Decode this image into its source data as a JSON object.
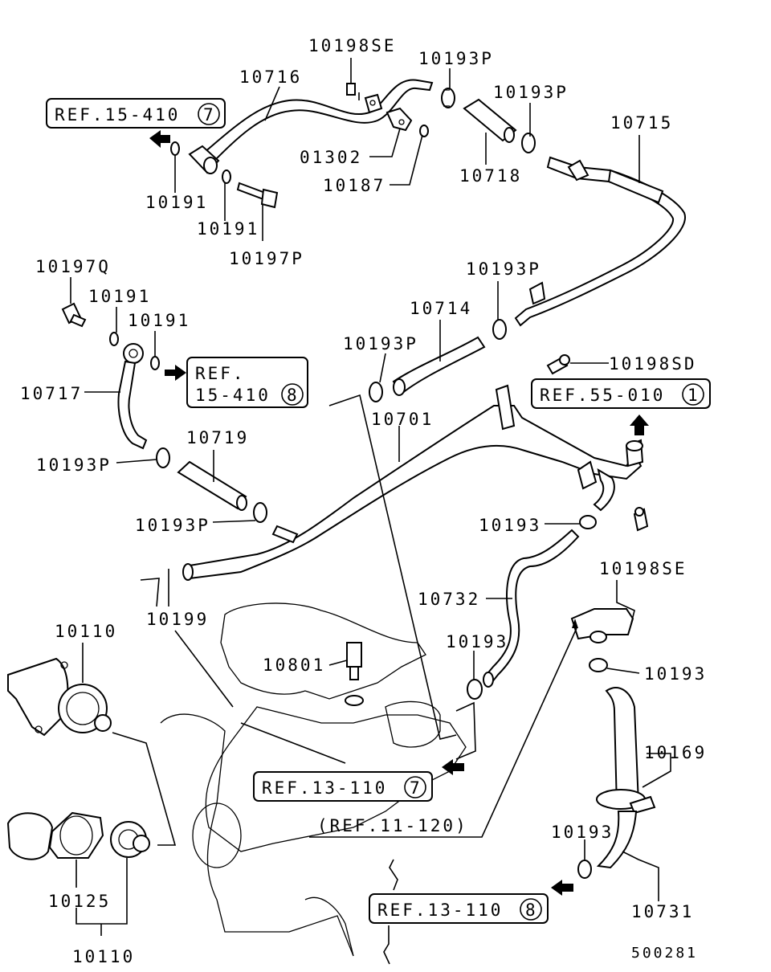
{
  "parts": {
    "p10198SE_top": "10198SE",
    "p10193P_a": "10193P",
    "p10716": "10716",
    "p10193P_b": "10193P",
    "p10715": "10715",
    "p01302": "01302",
    "p10187": "10187",
    "p10718": "10718",
    "p10191_a": "10191",
    "p10191_b": "10191",
    "p10197P": "10197P",
    "p10197Q": "10197Q",
    "p10191_c": "10191",
    "p10191_d": "10191",
    "p10193P_c": "10193P",
    "p10714": "10714",
    "p10193P_d": "10193P",
    "p10198SD": "10198SD",
    "p10717": "10717",
    "p10701": "10701",
    "p10719": "10719",
    "p10193P_e": "10193P",
    "p10193P_f": "10193P",
    "p10193_a": "10193",
    "p10198SE_mid": "10198SE",
    "p10732": "10732",
    "p10199": "10199",
    "p10110_top": "10110",
    "p10193_b": "10193",
    "p10193_c": "10193",
    "p10801": "10801",
    "p10169": "10169",
    "p10193_d": "10193",
    "p10125": "10125",
    "p10731": "10731",
    "p10110_bot": "10110"
  },
  "refs": {
    "r1_text": "REF.15-410",
    "r1_num": "7",
    "r2_line1": "REF.",
    "r2_line2": "15-410",
    "r2_num": "8",
    "r3_text": "REF.55-010",
    "r3_num": "1",
    "r4_text": "REF.13-110",
    "r4_num": "7",
    "r5_text": "(REF.11-120)",
    "r6_text": "REF.13-110",
    "r6_num": "8"
  },
  "drawing_id": "500281"
}
